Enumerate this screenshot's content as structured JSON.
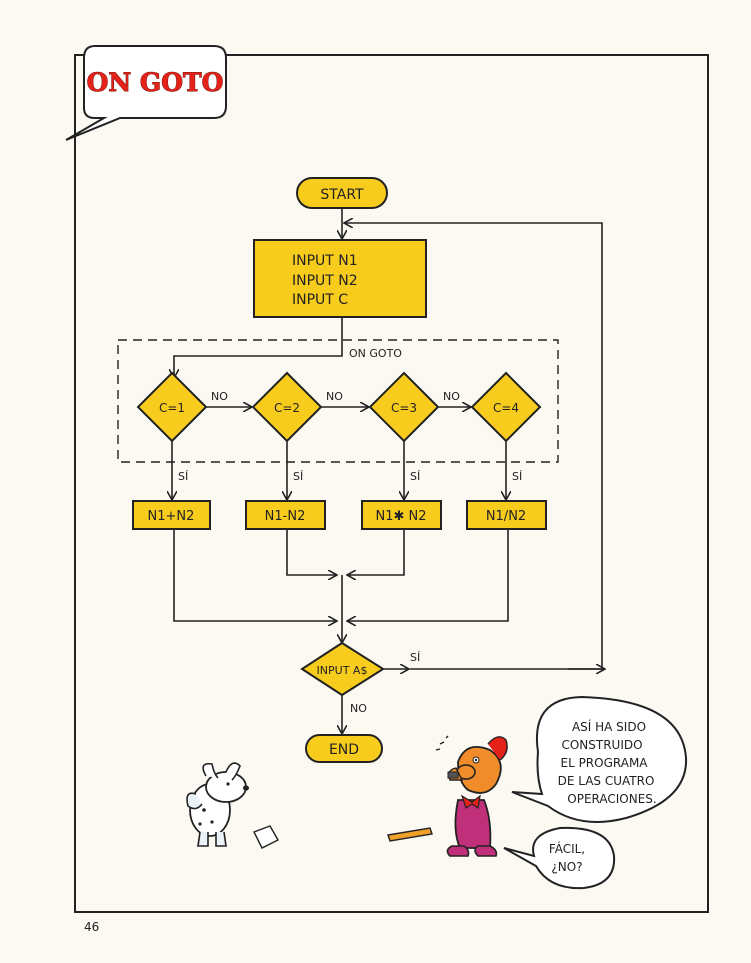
{
  "title": "ON GOTO",
  "flowchart": {
    "start": "START",
    "inputs": [
      "INPUT N1",
      "INPUT N2",
      "INPUT C"
    ],
    "group_label": "ON GOTO",
    "conditions": [
      "C=1",
      "C=2",
      "C=3",
      "C=4"
    ],
    "no_label": "NO",
    "yes_label": "SÍ",
    "operations": [
      "N1+N2",
      "N1-N2",
      "N1✱ N2",
      "N1/N2"
    ],
    "input_check": "INPUT A$",
    "end": "END"
  },
  "speech": {
    "main_lines": [
      "ASÍ HA SIDO",
      "CONSTRUIDO",
      "EL PROGRAMA",
      "DE LAS CUATRO",
      "OPERACIONES."
    ],
    "small_lines": [
      "FÁCIL,",
      "¿NO?"
    ]
  },
  "page_number": "46",
  "colors": {
    "box": "#f7cc1d",
    "title": "#e4221a",
    "character": "#c0307a"
  }
}
